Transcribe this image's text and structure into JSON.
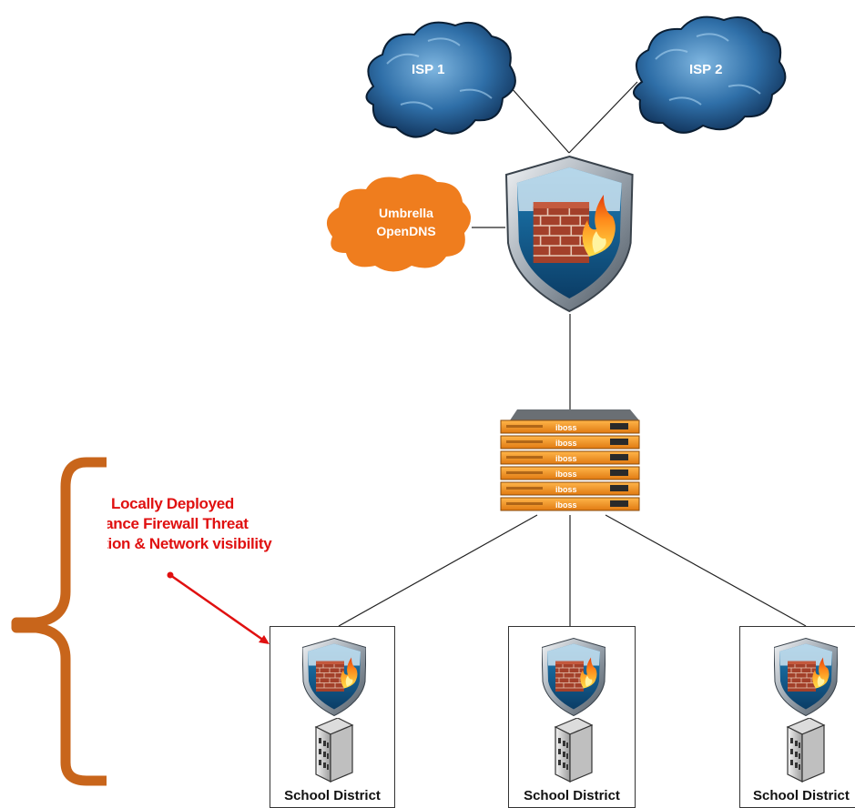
{
  "isp_clouds": [
    {
      "label": "ISP 1"
    },
    {
      "label": "ISP 2"
    }
  ],
  "dns_cloud": {
    "line1": "Umbrella",
    "line2": "OpenDNS"
  },
  "firewall_icon": "shield-firewall-icon",
  "appliance": {
    "brand": "iboss",
    "units": 6
  },
  "annotation": {
    "line1": "Locally Deployed",
    "line2": "vance Firewall Threat",
    "line3": "ction & Network visibility",
    "color": "#e01010"
  },
  "bracket_color": "#c8651b",
  "districts": [
    {
      "label": "School District"
    },
    {
      "label": "School District"
    },
    {
      "label": "School District"
    }
  ]
}
